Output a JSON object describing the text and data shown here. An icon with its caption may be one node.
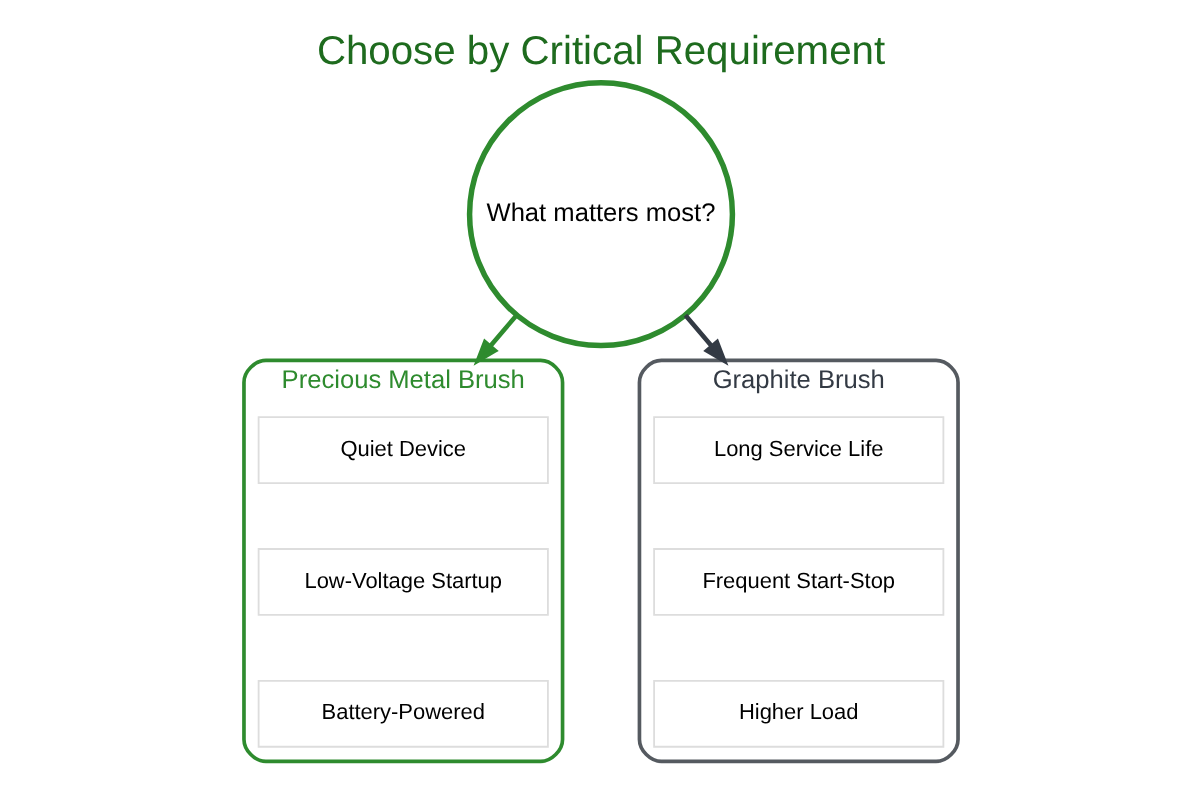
{
  "diagram": {
    "title": "Choose by Critical Requirement",
    "nodes": [
      {
        "text": [
          "What matters most?"
        ]
      },
      {
        "text": [
          "Precious Metal Brush"
        ]
      },
      {
        "text": [
          "Quiet Device"
        ],
        "in": 1
      },
      {
        "text": [
          "Low-Voltage Startup"
        ],
        "in": 1
      },
      {
        "text": [
          "Battery-Powered"
        ],
        "in": 1
      },
      {
        "text": [
          "Graphite Brush"
        ]
      },
      {
        "text": [
          "Long Service Life"
        ],
        "in": 5
      },
      {
        "text": [
          "Frequent Start-Stop"
        ],
        "in": 5
      },
      {
        "text": [
          "Higher Load"
        ],
        "in": 5
      }
    ],
    "edges": [
      {
        "from": 0,
        "to": 1,
        "arrow": "to",
        "color": "#2e8b2e"
      },
      {
        "from": 0,
        "to": 5,
        "arrow": "to",
        "color": "#333a44"
      }
    ]
  }
}
